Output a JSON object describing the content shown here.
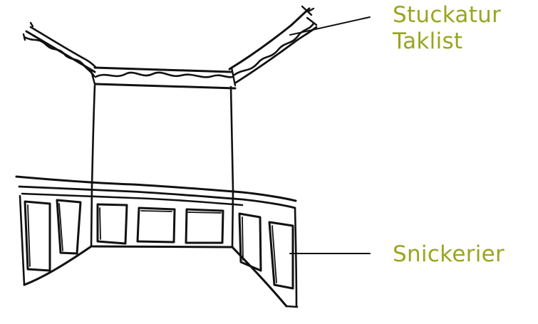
{
  "labels": {
    "cornice_line1": "Stuckatur",
    "cornice_line2": "Taklist",
    "joinery": "Snickerier"
  },
  "colors": {
    "ink": "#111111",
    "label": "#9aa51f",
    "background": "#ffffff"
  }
}
